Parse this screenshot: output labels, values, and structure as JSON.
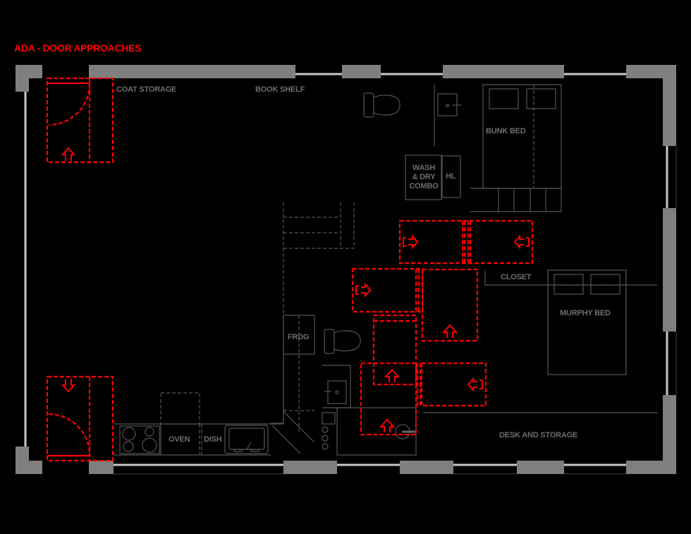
{
  "title": "ADA - DOOR APPROACHES",
  "colors": {
    "background": "#000000",
    "walls": "#7f7f7f",
    "fixtures": "#555555",
    "labels": "#6e6e6e",
    "ada": "#ff0000",
    "glazing": "#c8c8c8"
  },
  "rooms": {
    "coat_storage": "COAT STORAGE",
    "book_shelf": "BOOK SHELF",
    "bunk_bed": "BUNK BED",
    "wash_dry_line1": "WASH",
    "wash_dry_line2": "& DRY",
    "wash_dry_line3": "COMBO",
    "hl": "HL",
    "closet": "CLOSET",
    "murphy_bed": "MURPHY BED",
    "fridge": "FRDG",
    "oven": "OVEN",
    "dishwasher": "DISH",
    "desk_storage": "DESK AND STORAGE"
  },
  "ada_zones": [
    {
      "name": "entry-door-top-left",
      "arrow": "up"
    },
    {
      "name": "entry-door-bottom-left",
      "arrow": "down"
    },
    {
      "name": "bathroom-door-upper-left",
      "arrow": "right"
    },
    {
      "name": "bathroom-door-upper-right",
      "arrow": "left"
    },
    {
      "name": "hall-door-left",
      "arrow": "right"
    },
    {
      "name": "hall-door-right",
      "arrow": "up"
    },
    {
      "name": "bath2-door-approach",
      "arrow": "up"
    },
    {
      "name": "bath2-door-lower",
      "arrow": "up"
    },
    {
      "name": "bedroom-door",
      "arrow": "left"
    }
  ]
}
